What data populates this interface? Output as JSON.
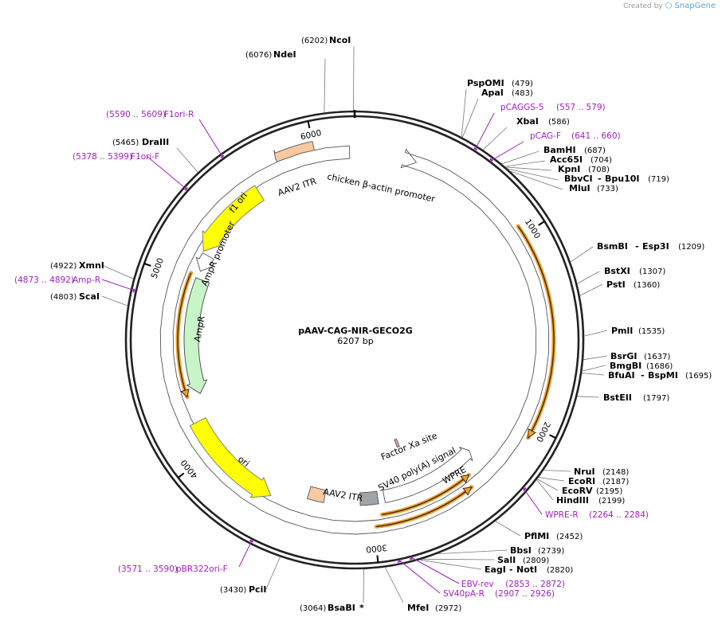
{
  "watermark": {
    "prefix": "Created by",
    "brand": "SnapGene"
  },
  "plasmid": {
    "name": "pAAV-CAG-NIR-GECO2G",
    "size": "6207 bp"
  },
  "ticks": [
    "1000",
    "2000",
    "3000",
    "4000",
    "5000",
    "6000"
  ],
  "sites": [
    {
      "name": "NcoI",
      "pos": "(6202)"
    },
    {
      "name": "NdeI",
      "pos": "(6076)"
    },
    {
      "name": "PspOMI",
      "pos": "(479)"
    },
    {
      "name": "ApaI",
      "pos": "(483)"
    },
    {
      "name": "XbaI",
      "pos": "(586)"
    },
    {
      "name": "BamHI",
      "pos": "(687)"
    },
    {
      "name": "Acc65I",
      "pos": "(704)"
    },
    {
      "name": "KpnI",
      "pos": "(708)"
    },
    {
      "name": "BbvCI",
      "name2": "Bpu10I",
      "pos": "(719)"
    },
    {
      "name": "MluI",
      "pos": "(733)"
    },
    {
      "name": "BsmBI",
      "name2": "Esp3I",
      "pos": "(1209)"
    },
    {
      "name": "BstXI",
      "pos": "(1307)"
    },
    {
      "name": "PstI",
      "pos": "(1360)"
    },
    {
      "name": "PmlI",
      "pos": "(1535)"
    },
    {
      "name": "BsrGI",
      "pos": "(1637)"
    },
    {
      "name": "BmgBI",
      "pos": "(1686)"
    },
    {
      "name": "BfuAI",
      "name2": "BspMI",
      "pos": "(1695)"
    },
    {
      "name": "BstEII",
      "pos": "(1797)"
    },
    {
      "name": "NruI",
      "pos": "(2148)"
    },
    {
      "name": "EcoRI",
      "pos": "(2187)"
    },
    {
      "name": "EcoRV",
      "pos": "(2195)"
    },
    {
      "name": "HindIII",
      "pos": "(2199)"
    },
    {
      "name": "PflMI",
      "pos": "(2452)"
    },
    {
      "name": "BbsI",
      "pos": "(2739)"
    },
    {
      "name": "SalI",
      "pos": "(2809)"
    },
    {
      "name": "EagI",
      "name2": "NotI",
      "pos": "(2820)"
    },
    {
      "name": "MfeI",
      "pos": "(2972)"
    },
    {
      "name": "BsaBI",
      "star": "*",
      "pos": "(3064)"
    },
    {
      "name": "PciI",
      "pos": "(3430)"
    },
    {
      "name": "ScaI",
      "pos": "(4803)"
    },
    {
      "name": "XmnI",
      "pos": "(4922)"
    },
    {
      "name": "DraIII",
      "pos": "(5465)"
    }
  ],
  "primers": [
    {
      "name": "pCAGGS-5",
      "range": "(557 .. 579)"
    },
    {
      "name": "pCAG-F",
      "range": "(641 .. 660)"
    },
    {
      "name": "WPRE-R",
      "range": "(2264 .. 2284)"
    },
    {
      "name": "EBV-rev",
      "range": "(2853 .. 2872)"
    },
    {
      "name": "SV40pA-R",
      "range": "(2907 .. 2926)"
    },
    {
      "name": "pBR322ori-F",
      "range": "(3571 .. 3590)"
    },
    {
      "name": "Amp-R",
      "range": "(4873 .. 4892)"
    },
    {
      "name": "F1ori-F",
      "range": "(5378 .. 5399)"
    },
    {
      "name": "F1ori-R",
      "range": "(5590 .. 5609)"
    }
  ],
  "features": {
    "chicken_actin": "chicken β-actin promoter",
    "aav2_itr_top": "AAV2 ITR",
    "f1_ori": "f1 ori",
    "ampr_promoter": "AmpR promoter",
    "ampr": "AmpR",
    "ori": "ori",
    "aav2_itr_bottom": "AAV2 ITR",
    "factor_xa": "Factor Xa site",
    "sv40": "SV40 poly(A) signal",
    "wpre": "WPRE"
  },
  "colors": {
    "backbone": "#000000",
    "primer": "#a020c0",
    "orf": "#f0a030",
    "ori_yellow": "#ffff00",
    "ampr_green": "#c8f5c8",
    "itr_orange": "#f8c8a0",
    "sv40_gray": "#a0a4a8",
    "promoter_white": "#ffffff"
  }
}
